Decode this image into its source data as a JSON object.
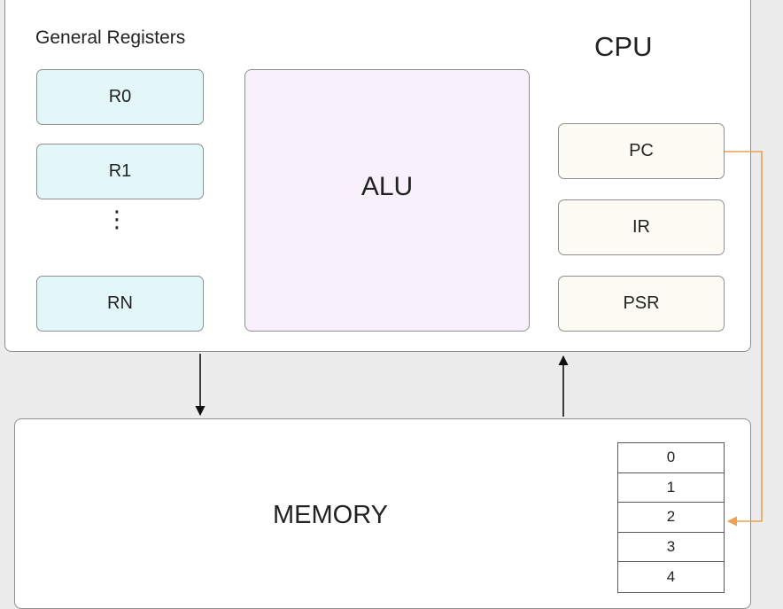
{
  "cpu": {
    "title": "CPU",
    "general_registers": {
      "title": "General Registers",
      "items": [
        "R0",
        "R1",
        "RN"
      ],
      "ellipsis": "⋮"
    },
    "alu": {
      "label": "ALU"
    },
    "special_registers": [
      "PC",
      "IR",
      "PSR"
    ]
  },
  "memory": {
    "title": "MEMORY",
    "addresses": [
      "0",
      "1",
      "2",
      "3",
      "4"
    ]
  },
  "colors": {
    "general_register_fill": "#e3f7f9",
    "alu_fill": "#f8f0fb",
    "special_register_fill": "#fdfcf4",
    "pc_pointer_arrow": "#e9a154"
  }
}
